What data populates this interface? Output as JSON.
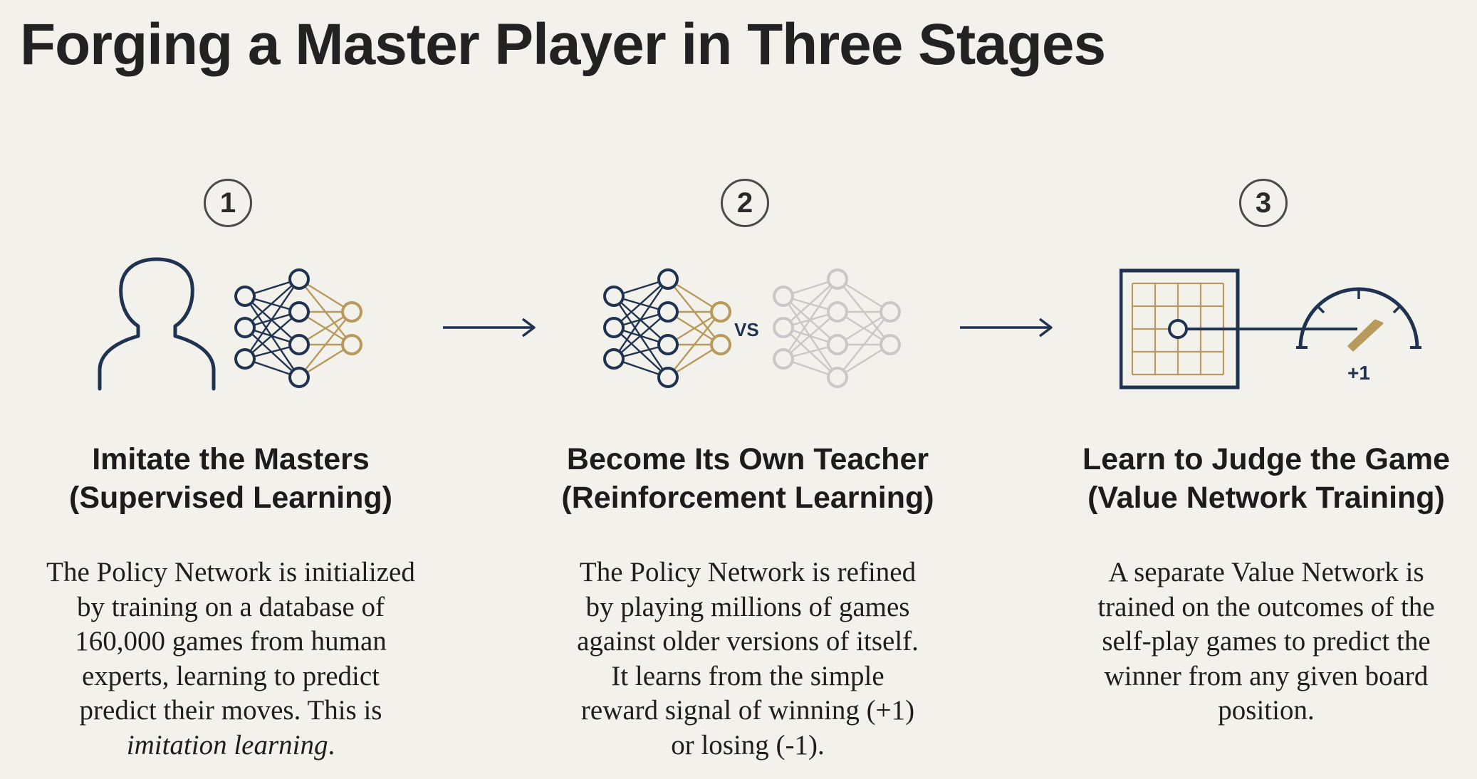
{
  "title": "Forging a Master Player in Three Stages",
  "colors": {
    "navy": "#1f3350",
    "gold": "#b89a5c",
    "faded": "#c8c8c8",
    "background": "#f2f1ec"
  },
  "stages": [
    {
      "number": "1",
      "icons": [
        "person-silhouette-icon",
        "neural-network-icon"
      ],
      "heading": [
        "Imitate the Masters",
        "(Supervised Learning)"
      ],
      "description": [
        "The Policy Network is initialized",
        "by training on a database of",
        "160,000 games from human",
        "experts, learning to predict",
        "predict their moves. This is"
      ],
      "description_emphasis": "imitation learning",
      "description_end": "."
    },
    {
      "number": "2",
      "icons": [
        "neural-network-icon",
        "faded-neural-network-icon"
      ],
      "vs_label": "VS",
      "heading": [
        "Become Its Own Teacher",
        "(Reinforcement Learning)"
      ],
      "description": [
        "The Policy Network is refined",
        "by playing millions of games",
        "against older versions of itself.",
        "It learns from the simple",
        "reward signal of winning (+1)",
        "or losing (-1)."
      ]
    },
    {
      "number": "3",
      "icons": [
        "go-board-icon",
        "gauge-icon"
      ],
      "gauge_label": "+1",
      "heading": [
        "Learn to Judge the Game",
        "(Value Network Training)"
      ],
      "description": [
        "A separate Value Network is",
        "trained on the outcomes of the",
        "self-play games to predict the",
        "winner from any given board",
        "position."
      ]
    }
  ]
}
